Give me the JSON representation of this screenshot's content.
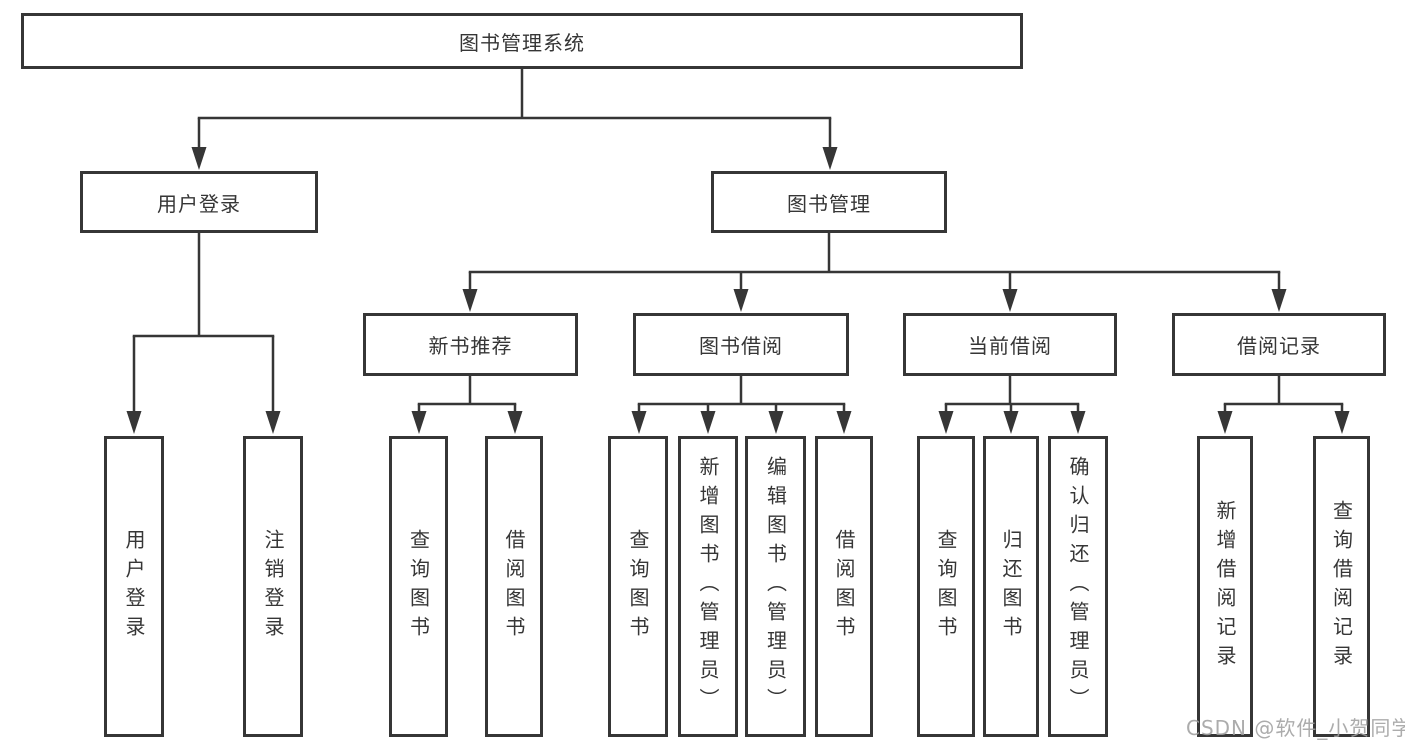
{
  "diagram": {
    "type": "hierarchy-tree",
    "title": "图书管理系统",
    "root": {
      "label": "图书管理系统"
    },
    "level1": [
      {
        "id": "user-login",
        "label": "用户登录",
        "parent": "root"
      },
      {
        "id": "book-management",
        "label": "图书管理",
        "parent": "root"
      }
    ],
    "level2": [
      {
        "id": "new-book-recommend",
        "label": "新书推荐",
        "parent": "book-management"
      },
      {
        "id": "book-borrow",
        "label": "图书借阅",
        "parent": "book-management"
      },
      {
        "id": "current-borrow",
        "label": "当前借阅",
        "parent": "book-management"
      },
      {
        "id": "borrow-records",
        "label": "借阅记录",
        "parent": "book-management"
      }
    ],
    "leaves": [
      {
        "label": "用户登录",
        "parent": "user-login"
      },
      {
        "label": "注销登录",
        "parent": "user-login"
      },
      {
        "label": "查询图书",
        "parent": "new-book-recommend"
      },
      {
        "label": "借阅图书",
        "parent": "new-book-recommend"
      },
      {
        "label": "查询图书",
        "parent": "book-borrow"
      },
      {
        "label": "新增图书（管理员）",
        "parent": "book-borrow"
      },
      {
        "label": "编辑图书（管理员）",
        "parent": "book-borrow"
      },
      {
        "label": "借阅图书",
        "parent": "book-borrow"
      },
      {
        "label": "查询图书",
        "parent": "current-borrow"
      },
      {
        "label": "归还图书",
        "parent": "current-borrow"
      },
      {
        "label": "确认归还（管理员）",
        "parent": "current-borrow"
      },
      {
        "label": "新增借阅记录",
        "parent": "borrow-records"
      },
      {
        "label": "查询借阅记录",
        "parent": "borrow-records"
      }
    ],
    "watermark": "CSDN @软件_小贺同学",
    "colors": {
      "line": "#363636",
      "box_border": "#363636",
      "text": "#363636",
      "watermark": "#a0a0a0",
      "background": "#ffffff"
    }
  }
}
